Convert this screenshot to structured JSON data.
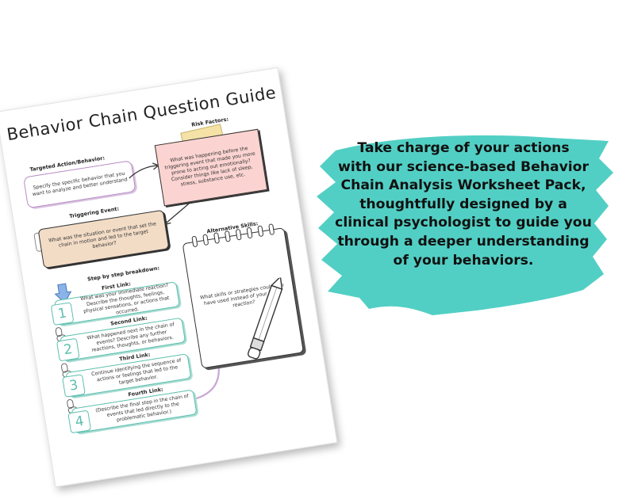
{
  "worksheet": {
    "title": "Behavior Chain Question Guide",
    "targeted": {
      "label": "Targeted Action/Behavior:",
      "text": "Specify the specific behavior that you want to analyze and better understand"
    },
    "risk": {
      "label": "Risk Factors:",
      "text": "What was happening before the triggering event that made you more prone to acting out emotionally? Consider things like lack of sleep, stress, substance use, etc."
    },
    "trigger": {
      "label": "Triggering Event:",
      "text": "What was the situation or event that set the chain in motion and led to the target behavior?"
    },
    "breakdown_label": "Step by step breakdown:",
    "alternative": {
      "label": "Alternative Skills:",
      "text": "What skills or strategies could you have used instead of your initial reaction?"
    },
    "links": [
      {
        "number": "1",
        "label": "First Link:",
        "text": "What was your immediate reaction? Describe the thoughts, feelings, physical sensations, or actions that occurred."
      },
      {
        "number": "2",
        "label": "Second Link:",
        "text": "What happened next in the chain of events? Describe any further reactions, thoughts, or behaviors."
      },
      {
        "number": "3",
        "label": "Third Link:",
        "text": "Continue identifying the sequence of actions or feelings that led to the target behavior."
      },
      {
        "number": "4",
        "label": "Fourth Link:",
        "text": "(Describe the final step in the chain of events that led directly to the problematic behavior.)"
      }
    ]
  },
  "promo": {
    "lines": [
      "Take charge of your actions",
      "with our science-based Behavior",
      "Chain Analysis Worksheet Pack,",
      "thoughtfully designed by a",
      "clinical psychologist to guide you",
      "through a deeper understanding",
      "of your behaviors."
    ]
  },
  "colors": {
    "teal": "#52cfc4",
    "link_teal": "#5cbfae",
    "risk_pink": "#fbd4d1",
    "trigger_tan": "#f2dcc6",
    "purple": "#b88bc4",
    "blue_arrow": "#8ab4e8"
  }
}
